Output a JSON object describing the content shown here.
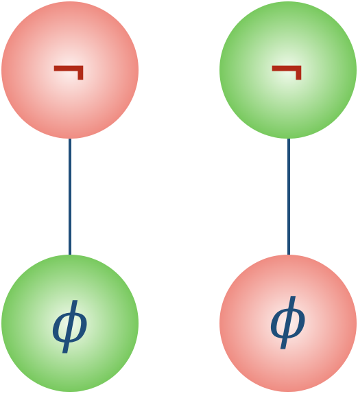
{
  "colors": {
    "red_node_edge": "#ef8c82",
    "red_node_center": "#fdf1ef",
    "green_node_edge": "#78c95e",
    "green_node_center": "#f1faec",
    "edge_line": "#1f4e7a",
    "not_symbol": "#b02a17",
    "phi_symbol": "#1f4e7a"
  },
  "diagram": {
    "left_pair": {
      "top_node": {
        "symbol": "¬",
        "fill": "red"
      },
      "bottom_node": {
        "symbol": "ϕ",
        "fill": "green"
      }
    },
    "right_pair": {
      "top_node": {
        "symbol": "¬",
        "fill": "green"
      },
      "bottom_node": {
        "symbol": "ϕ",
        "fill": "red"
      }
    }
  }
}
